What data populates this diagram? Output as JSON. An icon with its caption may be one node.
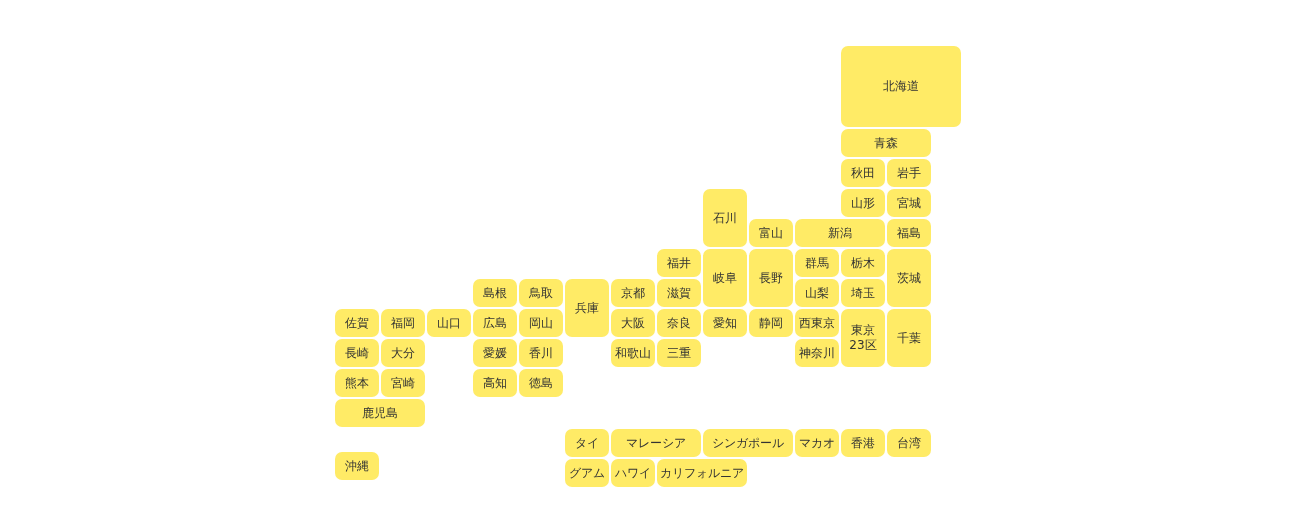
{
  "diagram": {
    "nodes": [
      {
        "text": [
          "北海道"
        ]
      },
      {
        "text": [
          "青森"
        ]
      },
      {
        "text": [
          "秋田"
        ]
      },
      {
        "text": [
          "岩手"
        ]
      },
      {
        "text": [
          "石川"
        ]
      },
      {
        "text": [
          "山形"
        ]
      },
      {
        "text": [
          "宮城"
        ]
      },
      {
        "text": [
          "富山"
        ]
      },
      {
        "text": [
          "新潟"
        ]
      },
      {
        "text": [
          "福島"
        ]
      },
      {
        "text": [
          "福井"
        ]
      },
      {
        "text": [
          "岐阜"
        ]
      },
      {
        "text": [
          "長野"
        ]
      },
      {
        "text": [
          "群馬"
        ]
      },
      {
        "text": [
          "栃木"
        ]
      },
      {
        "text": [
          "茨城"
        ]
      },
      {
        "text": [
          "島根"
        ]
      },
      {
        "text": [
          "鳥取"
        ]
      },
      {
        "text": [
          "兵庫"
        ]
      },
      {
        "text": [
          "京都"
        ]
      },
      {
        "text": [
          "滋賀"
        ]
      },
      {
        "text": [
          "山梨"
        ]
      },
      {
        "text": [
          "埼玉"
        ]
      },
      {
        "text": [
          "佐賀"
        ]
      },
      {
        "text": [
          "福岡"
        ]
      },
      {
        "text": [
          "山口"
        ]
      },
      {
        "text": [
          "広島"
        ]
      },
      {
        "text": [
          "岡山"
        ]
      },
      {
        "text": [
          "大阪"
        ]
      },
      {
        "text": [
          "奈良"
        ]
      },
      {
        "text": [
          "愛知"
        ]
      },
      {
        "text": [
          "静岡"
        ]
      },
      {
        "text": [
          "西東京"
        ]
      },
      {
        "text": [
          "東京 23区"
        ]
      },
      {
        "text": [
          "千葉"
        ]
      },
      {
        "text": [
          "長崎"
        ]
      },
      {
        "text": [
          "大分"
        ]
      },
      {
        "text": [
          "愛媛"
        ]
      },
      {
        "text": [
          "香川"
        ]
      },
      {
        "text": [
          "和歌山"
        ]
      },
      {
        "text": [
          "三重"
        ]
      },
      {
        "text": [
          "神奈川"
        ]
      },
      {
        "text": [
          "熊本"
        ]
      },
      {
        "text": [
          "宮崎"
        ]
      },
      {
        "text": [
          "高知"
        ]
      },
      {
        "text": [
          "徳島"
        ]
      },
      {
        "text": [
          "鹿児島"
        ]
      },
      {
        "text": [
          "タイ"
        ]
      },
      {
        "text": [
          "マレーシア"
        ]
      },
      {
        "text": [
          "シンガポール"
        ]
      },
      {
        "text": [
          "マカオ"
        ]
      },
      {
        "text": [
          "香港"
        ]
      },
      {
        "text": [
          "台湾"
        ]
      },
      {
        "text": [
          "沖縄"
        ]
      },
      {
        "text": [
          "グアム"
        ]
      },
      {
        "text": [
          "ハワイ"
        ]
      },
      {
        "text": [
          "カリフォルニア"
        ]
      }
    ]
  }
}
